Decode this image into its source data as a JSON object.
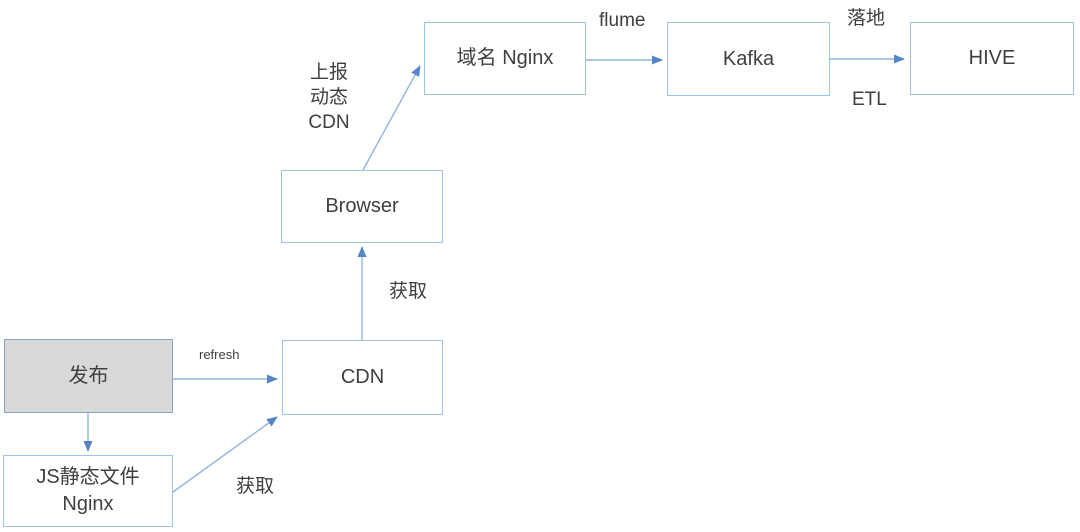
{
  "diagram": {
    "nodes": {
      "publish": {
        "label": "发布"
      },
      "js_static_nginx": {
        "label": "JS静态文件\nNginx"
      },
      "cdn": {
        "label": "CDN"
      },
      "browser": {
        "label": "Browser"
      },
      "domain_nginx": {
        "label": "域名 Nginx"
      },
      "kafka": {
        "label": "Kafka"
      },
      "hive": {
        "label": "HIVE"
      }
    },
    "edge_labels": {
      "publish_to_cdn": "refresh",
      "js_to_cdn": "获取",
      "cdn_to_browser": "获取",
      "browser_to_domain": "上报\n动态\nCDN",
      "domain_to_kafka": "flume",
      "kafka_to_hive_top": "落地",
      "kafka_to_hive_bottom": "ETL"
    },
    "edges": [
      {
        "from": "发布",
        "to": "CDN",
        "label": "refresh"
      },
      {
        "from": "发布",
        "to": "JS静态文件 Nginx",
        "label": ""
      },
      {
        "from": "JS静态文件 Nginx",
        "to": "CDN",
        "label": "获取"
      },
      {
        "from": "CDN",
        "to": "Browser",
        "label": "获取"
      },
      {
        "from": "Browser",
        "to": "域名 Nginx",
        "label": "上报 动态 CDN"
      },
      {
        "from": "域名 Nginx",
        "to": "Kafka",
        "label": "flume"
      },
      {
        "from": "Kafka",
        "to": "HIVE",
        "label": "落地 / ETL"
      }
    ],
    "colors": {
      "background": "#FFFFFF",
      "box_border": "#9DC3E6",
      "publish_fill": "#D9D9D9",
      "publish_border": "#8CA3BE",
      "arrow_line": "#94B4DE",
      "arrow_head": "#5585C5",
      "text": "#3F3F3F"
    }
  }
}
